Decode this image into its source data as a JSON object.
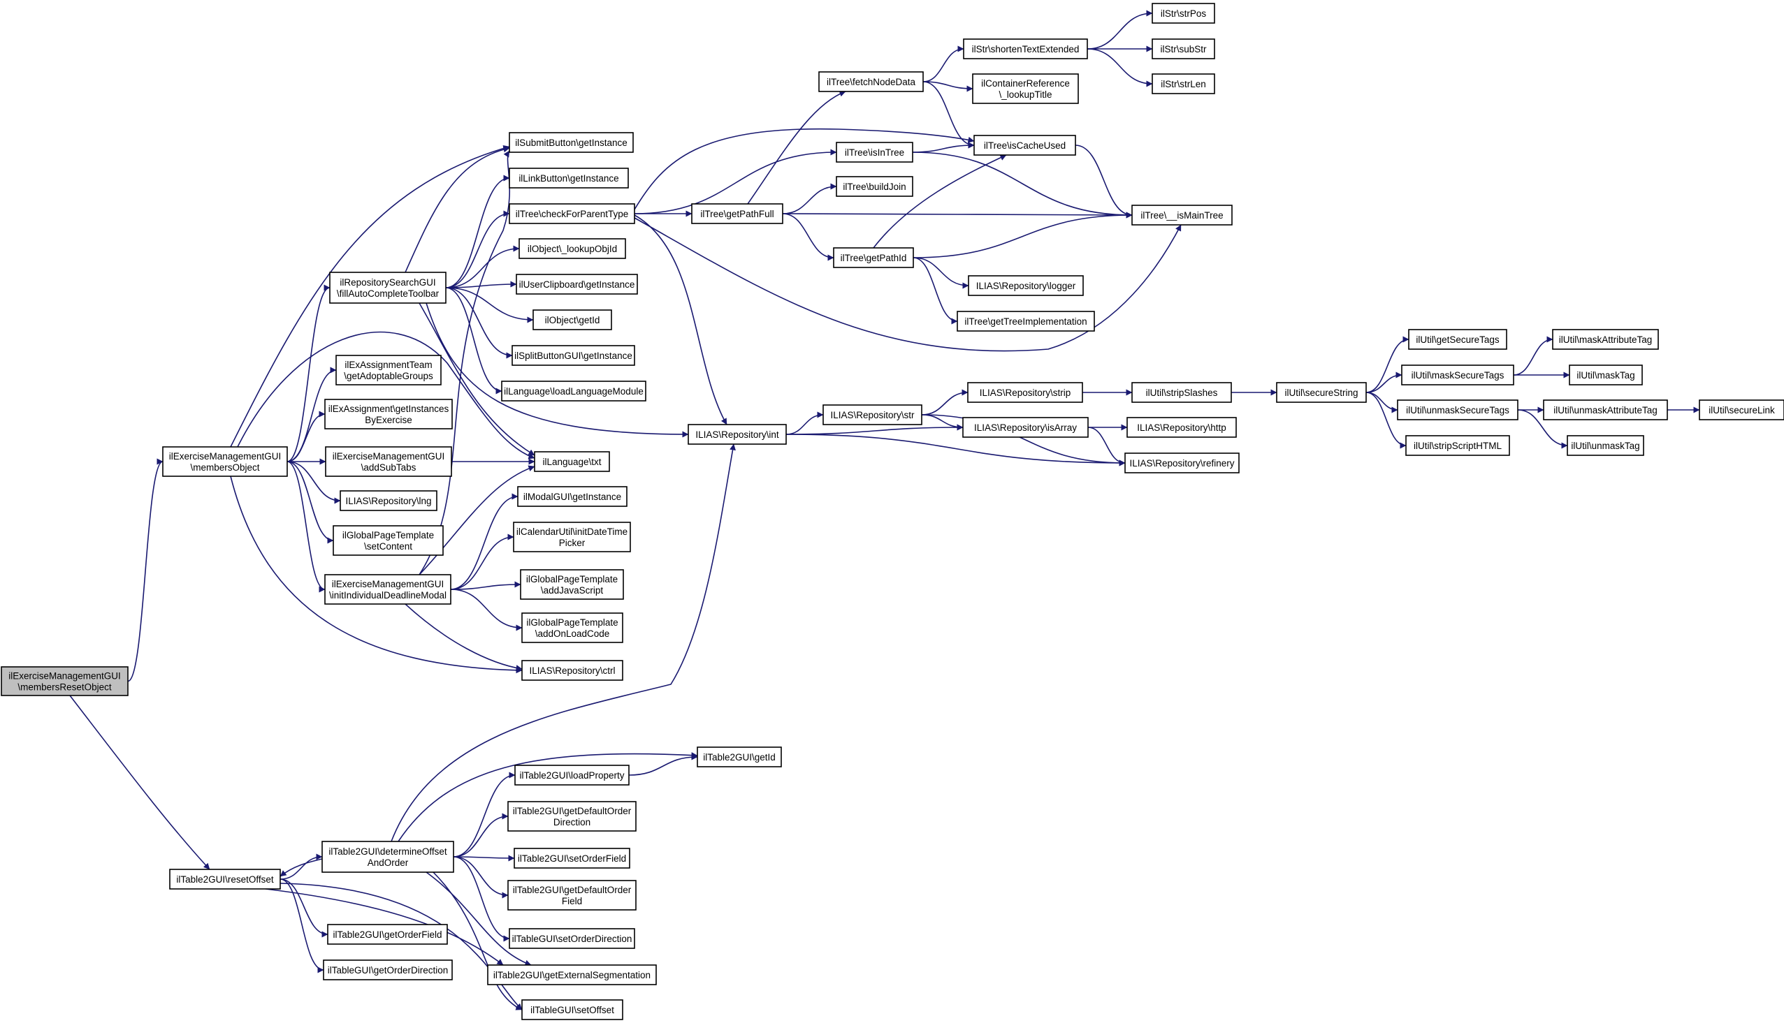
{
  "diagram": {
    "type": "call-graph",
    "colors": {
      "edge": "#191970",
      "node_border": "#000000",
      "node_fill": "#ffffff",
      "root_fill": "#bfbfbf"
    },
    "nodes": [
      {
        "id": "root",
        "lines": [
          "ilExerciseManagementGUI",
          "\\membersResetObject"
        ],
        "root": true
      },
      {
        "id": "membersObject",
        "lines": [
          "ilExerciseManagementGUI",
          "\\membersObject"
        ]
      },
      {
        "id": "resetOffset",
        "lines": [
          "ilTable2GUI\\resetOffset"
        ]
      },
      {
        "id": "submitBtn",
        "lines": [
          "ilSubmitButton\\getInstance"
        ]
      },
      {
        "id": "linkBtn",
        "lines": [
          "ilLinkButton\\getInstance"
        ]
      },
      {
        "id": "checkParent",
        "lines": [
          "ilTree\\checkForParentType"
        ]
      },
      {
        "id": "lookupObjId",
        "lines": [
          "ilObject\\_lookupObjId"
        ]
      },
      {
        "id": "userClip",
        "lines": [
          "ilUserClipboard\\getInstance"
        ]
      },
      {
        "id": "objGetId",
        "lines": [
          "ilObject\\getId"
        ]
      },
      {
        "id": "splitBtn",
        "lines": [
          "ilSplitButtonGUI\\getInstance"
        ]
      },
      {
        "id": "loadLang",
        "lines": [
          "ilLanguage\\loadLanguageModule"
        ]
      },
      {
        "id": "fillAuto",
        "lines": [
          "ilRepositorySearchGUI",
          "\\fillAutoCompleteToolbar"
        ]
      },
      {
        "id": "adoptable",
        "lines": [
          "ilExAssignmentTeam",
          "\\getAdoptableGroups"
        ]
      },
      {
        "id": "instByEx",
        "lines": [
          "ilExAssignment\\getInstances",
          "ByExercise"
        ]
      },
      {
        "id": "addSubTabs",
        "lines": [
          "ilExerciseManagementGUI",
          "\\addSubTabs"
        ]
      },
      {
        "id": "lng",
        "lines": [
          "ILIAS\\Repository\\lng"
        ]
      },
      {
        "id": "setContent",
        "lines": [
          "ilGlobalPageTemplate",
          "\\setContent"
        ]
      },
      {
        "id": "initIndiv",
        "lines": [
          "ilExerciseManagementGUI",
          "\\initIndividualDeadlineModal"
        ]
      },
      {
        "id": "txt",
        "lines": [
          "ilLanguage\\txt"
        ]
      },
      {
        "id": "modal",
        "lines": [
          "ilModalGUI\\getInstance"
        ]
      },
      {
        "id": "calendar",
        "lines": [
          "ilCalendarUtil\\initDateTime",
          "Picker"
        ]
      },
      {
        "id": "addJs",
        "lines": [
          "ilGlobalPageTemplate",
          "\\addJavaScript"
        ]
      },
      {
        "id": "addOnLoad",
        "lines": [
          "ilGlobalPageTemplate",
          "\\addOnLoadCode"
        ]
      },
      {
        "id": "ctrl",
        "lines": [
          "ILIAS\\Repository\\ctrl"
        ]
      },
      {
        "id": "fetchNode",
        "lines": [
          "ilTree\\fetchNodeData"
        ]
      },
      {
        "id": "isInTree",
        "lines": [
          "ilTree\\isInTree"
        ]
      },
      {
        "id": "buildJoin",
        "lines": [
          "ilTree\\buildJoin"
        ]
      },
      {
        "id": "getPathFull",
        "lines": [
          "ilTree\\getPathFull"
        ]
      },
      {
        "id": "getPathId",
        "lines": [
          "ilTree\\getPathId"
        ]
      },
      {
        "id": "shortenText",
        "lines": [
          "ilStr\\shortenTextExtended"
        ]
      },
      {
        "id": "lookupTitle",
        "lines": [
          "ilContainerReference",
          "\\_lookupTitle"
        ]
      },
      {
        "id": "isCacheUsed",
        "lines": [
          "ilTree\\isCacheUsed"
        ]
      },
      {
        "id": "isMainTree",
        "lines": [
          "ilTree\\__isMainTree"
        ]
      },
      {
        "id": "logger",
        "lines": [
          "ILIAS\\Repository\\logger"
        ]
      },
      {
        "id": "treeImpl",
        "lines": [
          "ilTree\\getTreeImplementation"
        ]
      },
      {
        "id": "strPos",
        "lines": [
          "ilStr\\strPos"
        ]
      },
      {
        "id": "subStr",
        "lines": [
          "ilStr\\subStr"
        ]
      },
      {
        "id": "strLen",
        "lines": [
          "ilStr\\strLen"
        ]
      },
      {
        "id": "repoInt",
        "lines": [
          "ILIAS\\Repository\\int"
        ]
      },
      {
        "id": "repoStr",
        "lines": [
          "ILIAS\\Repository\\str"
        ]
      },
      {
        "id": "repoStrip",
        "lines": [
          "ILIAS\\Repository\\strip"
        ]
      },
      {
        "id": "repoIsArray",
        "lines": [
          "ILIAS\\Repository\\isArray"
        ]
      },
      {
        "id": "repoHttp",
        "lines": [
          "ILIAS\\Repository\\http"
        ]
      },
      {
        "id": "repoRefinery",
        "lines": [
          "ILIAS\\Repository\\refinery"
        ]
      },
      {
        "id": "stripSlashes",
        "lines": [
          "ilUtil\\stripSlashes"
        ]
      },
      {
        "id": "secureString",
        "lines": [
          "ilUtil\\secureString"
        ]
      },
      {
        "id": "getSecureTags",
        "lines": [
          "ilUtil\\getSecureTags"
        ]
      },
      {
        "id": "maskSecureTags",
        "lines": [
          "ilUtil\\maskSecureTags"
        ]
      },
      {
        "id": "unmaskSecureTags",
        "lines": [
          "ilUtil\\unmaskSecureTags"
        ]
      },
      {
        "id": "stripScript",
        "lines": [
          "ilUtil\\stripScriptHTML"
        ]
      },
      {
        "id": "maskAttr",
        "lines": [
          "ilUtil\\maskAttributeTag"
        ]
      },
      {
        "id": "maskTag",
        "lines": [
          "ilUtil\\maskTag"
        ]
      },
      {
        "id": "unmaskAttr",
        "lines": [
          "ilUtil\\unmaskAttributeTag"
        ]
      },
      {
        "id": "unmaskTag",
        "lines": [
          "ilUtil\\unmaskTag"
        ]
      },
      {
        "id": "secureLink",
        "lines": [
          "ilUtil\\secureLink"
        ]
      },
      {
        "id": "determineOffset",
        "lines": [
          "ilTable2GUI\\determineOffset",
          "AndOrder"
        ]
      },
      {
        "id": "getOrderField",
        "lines": [
          "ilTable2GUI\\getOrderField"
        ]
      },
      {
        "id": "getOrderDir",
        "lines": [
          "ilTableGUI\\getOrderDirection"
        ]
      },
      {
        "id": "t2GetId",
        "lines": [
          "ilTable2GUI\\getId"
        ]
      },
      {
        "id": "loadProp",
        "lines": [
          "ilTable2GUI\\loadProperty"
        ]
      },
      {
        "id": "defOrderDir",
        "lines": [
          "ilTable2GUI\\getDefaultOrder",
          "Direction"
        ]
      },
      {
        "id": "setOrderField",
        "lines": [
          "ilTable2GUI\\setOrderField"
        ]
      },
      {
        "id": "defOrderField",
        "lines": [
          "ilTable2GUI\\getDefaultOrder",
          "Field"
        ]
      },
      {
        "id": "setOrderDir",
        "lines": [
          "ilTableGUI\\setOrderDirection"
        ]
      },
      {
        "id": "extSeg",
        "lines": [
          "ilTable2GUI\\getExternalSegmentation"
        ]
      },
      {
        "id": "setOffset",
        "lines": [
          "ilTableGUI\\setOffset"
        ]
      }
    ],
    "edges": [
      [
        "root",
        "membersObject"
      ],
      [
        "root",
        "resetOffset"
      ],
      [
        "membersObject",
        "submitBtn"
      ],
      [
        "membersObject",
        "fillAuto"
      ],
      [
        "membersObject",
        "adoptable"
      ],
      [
        "membersObject",
        "instByEx"
      ],
      [
        "membersObject",
        "addSubTabs"
      ],
      [
        "membersObject",
        "lng"
      ],
      [
        "membersObject",
        "setContent"
      ],
      [
        "membersObject",
        "initIndiv"
      ],
      [
        "membersObject",
        "txt"
      ],
      [
        "membersObject",
        "ctrl"
      ],
      [
        "fillAuto",
        "submitBtn"
      ],
      [
        "fillAuto",
        "linkBtn"
      ],
      [
        "fillAuto",
        "checkParent"
      ],
      [
        "fillAuto",
        "lookupObjId"
      ],
      [
        "fillAuto",
        "userClip"
      ],
      [
        "fillAuto",
        "objGetId"
      ],
      [
        "fillAuto",
        "splitBtn"
      ],
      [
        "fillAuto",
        "loadLang"
      ],
      [
        "fillAuto",
        "txt"
      ],
      [
        "fillAuto",
        "repoInt"
      ],
      [
        "addSubTabs",
        "txt"
      ],
      [
        "initIndiv",
        "submitBtn"
      ],
      [
        "initIndiv",
        "txt"
      ],
      [
        "initIndiv",
        "modal"
      ],
      [
        "initIndiv",
        "calendar"
      ],
      [
        "initIndiv",
        "addJs"
      ],
      [
        "initIndiv",
        "addOnLoad"
      ],
      [
        "initIndiv",
        "ctrl"
      ],
      [
        "checkParent",
        "isCacheUsed"
      ],
      [
        "checkParent",
        "isInTree"
      ],
      [
        "checkParent",
        "getPathFull"
      ],
      [
        "checkParent",
        "isMainTree"
      ],
      [
        "checkParent",
        "repoInt"
      ],
      [
        "getPathFull",
        "fetchNode"
      ],
      [
        "getPathFull",
        "buildJoin"
      ],
      [
        "getPathFull",
        "isMainTree"
      ],
      [
        "getPathFull",
        "getPathId"
      ],
      [
        "fetchNode",
        "shortenText"
      ],
      [
        "fetchNode",
        "lookupTitle"
      ],
      [
        "fetchNode",
        "isCacheUsed"
      ],
      [
        "shortenText",
        "strPos"
      ],
      [
        "shortenText",
        "subStr"
      ],
      [
        "shortenText",
        "strLen"
      ],
      [
        "isInTree",
        "isCacheUsed"
      ],
      [
        "isInTree",
        "isMainTree"
      ],
      [
        "isCacheUsed",
        "isMainTree"
      ],
      [
        "getPathId",
        "isCacheUsed"
      ],
      [
        "getPathId",
        "isMainTree"
      ],
      [
        "getPathId",
        "logger"
      ],
      [
        "getPathId",
        "treeImpl"
      ],
      [
        "repoInt",
        "repoStr"
      ],
      [
        "repoInt",
        "repoIsArray"
      ],
      [
        "repoInt",
        "repoRefinery"
      ],
      [
        "repoStr",
        "repoStrip"
      ],
      [
        "repoStr",
        "repoIsArray"
      ],
      [
        "repoStr",
        "repoRefinery"
      ],
      [
        "repoStrip",
        "stripSlashes"
      ],
      [
        "repoIsArray",
        "repoHttp"
      ],
      [
        "repoIsArray",
        "repoRefinery"
      ],
      [
        "stripSlashes",
        "secureString"
      ],
      [
        "secureString",
        "getSecureTags"
      ],
      [
        "secureString",
        "maskSecureTags"
      ],
      [
        "secureString",
        "unmaskSecureTags"
      ],
      [
        "secureString",
        "stripScript"
      ],
      [
        "maskSecureTags",
        "maskAttr"
      ],
      [
        "maskSecureTags",
        "maskTag"
      ],
      [
        "unmaskSecureTags",
        "unmaskAttr"
      ],
      [
        "unmaskSecureTags",
        "unmaskTag"
      ],
      [
        "unmaskAttr",
        "secureLink"
      ],
      [
        "resetOffset",
        "determineOffset"
      ],
      [
        "resetOffset",
        "getOrderField"
      ],
      [
        "resetOffset",
        "getOrderDir"
      ],
      [
        "resetOffset",
        "extSeg"
      ],
      [
        "resetOffset",
        "setOffset"
      ],
      [
        "determineOffset",
        "resetOffset"
      ],
      [
        "determineOffset",
        "repoInt"
      ],
      [
        "determineOffset",
        "t2GetId"
      ],
      [
        "determineOffset",
        "loadProp"
      ],
      [
        "determineOffset",
        "defOrderDir"
      ],
      [
        "determineOffset",
        "setOrderField"
      ],
      [
        "determineOffset",
        "defOrderField"
      ],
      [
        "determineOffset",
        "setOrderDir"
      ],
      [
        "determineOffset",
        "extSeg"
      ],
      [
        "determineOffset",
        "setOffset"
      ],
      [
        "loadProp",
        "t2GetId"
      ]
    ]
  }
}
